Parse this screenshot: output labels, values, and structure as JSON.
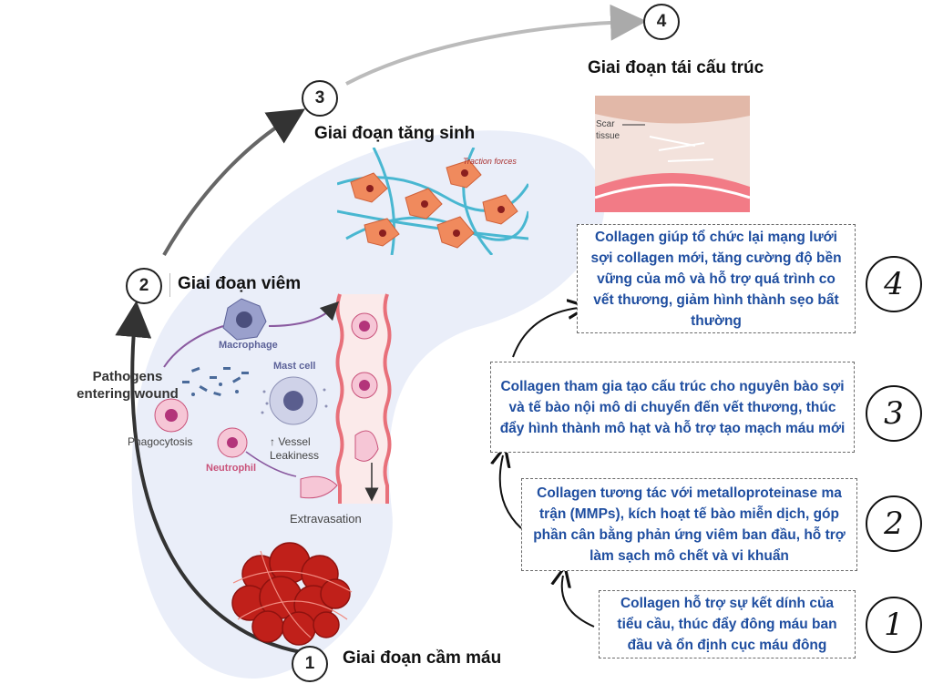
{
  "stages": [
    {
      "num": "1",
      "title": "Giai đoạn cầm máu"
    },
    {
      "num": "2",
      "title": "Giai đoạn viêm"
    },
    {
      "num": "3",
      "title": "Giai đoạn tăng sinh"
    },
    {
      "num": "4",
      "title": "Giai đoạn tái cấu trúc"
    }
  ],
  "inflammation_labels": {
    "macrophage": "Macrophage",
    "mast_cell": "Mast cell",
    "pathogens": "Pathogens entering wound",
    "phagocytosis": "Phagocytosis",
    "neutrophil": "Neutrophil",
    "vessel": "↑ Vessel Leakiness",
    "extravasation": "Extravasation"
  },
  "proliferation_labels": {
    "traction": "Traction forces"
  },
  "remodeling_labels": {
    "scar": "Scar tissue"
  },
  "boxes": [
    {
      "num": "4",
      "text": "Collagen giúp tổ chức lại mạng lưới sợi collagen mới, tăng cường độ bền vững của mô và hỗ trợ quá trình co vết thương, giảm hình thành sẹo bất thường"
    },
    {
      "num": "3",
      "text": "Collagen tham gia tạo cấu trúc cho nguyên bào sợi và tế bào nội mô di chuyển đến vết thương, thúc đẩy hình thành mô hạt và hỗ trợ tạo mạch máu mới"
    },
    {
      "num": "2",
      "text": "Collagen tương tác với metalloproteinase ma trận (MMPs), kích hoạt tế bào miễn dịch, góp phần cân bằng phản ứng viêm ban đầu, hỗ trợ làm sạch mô chết và vi khuẩn"
    },
    {
      "num": "1",
      "text": "Collagen hỗ trợ sự kết dính của tiểu cầu, thúc đẩy đông máu ban đầu và ổn định cục máu đông"
    }
  ],
  "colors": {
    "box_text": "#1f4ea0",
    "background_blob": "#e8ecf8",
    "clot": "#c0201a"
  }
}
